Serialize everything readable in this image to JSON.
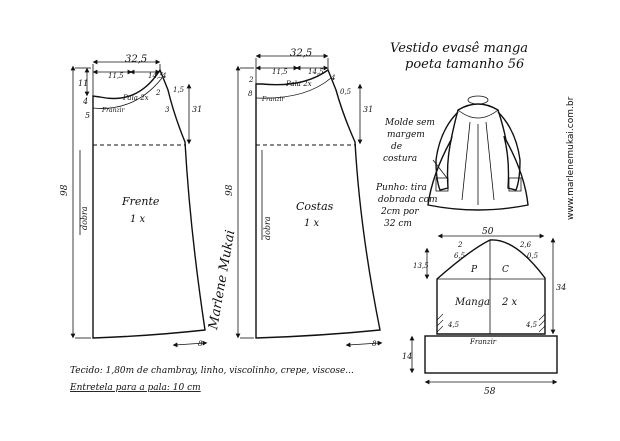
{
  "header": {
    "title_line1": "Vestido evasê manga",
    "title_line2": "poeta tamanho 56",
    "website": "www.marlenemukai.com.br"
  },
  "front_piece": {
    "name": "Frente",
    "count": "1 x",
    "top_width": "32,5",
    "shoulder_a": "11,5",
    "shoulder_b": "14,5",
    "neck_drop": "11",
    "v_4": "4",
    "v_2": "2",
    "v_1_5": "1,5",
    "v_5": "5",
    "v_3": "3",
    "armhole_depth": "31",
    "yoke_label": "Pala 2x",
    "gather": "Franzir",
    "length": "98",
    "fold": "dobra",
    "hem_allow": "8"
  },
  "back_piece": {
    "name": "Costas",
    "count": "1 x",
    "top_width": "32,5",
    "shoulder_a": "11,5",
    "shoulder_b": "14,5",
    "v_2": "2",
    "v_4": "4",
    "v_8": "8",
    "v_0_5": "0,5",
    "armhole_depth": "31",
    "yoke_label": "Pala 2x",
    "gather": "Franzir",
    "length": "98",
    "fold": "dobra",
    "hem_allow": "8"
  },
  "sleeve": {
    "name": "Manga",
    "count": "2 x",
    "top_width": "50",
    "cap_2": "2",
    "cap_2_6": "2,6",
    "cap_0_5": "0,5",
    "cap_6_5": "6,5",
    "cap_height": "13,5",
    "front_mark": "P",
    "back_mark": "C",
    "side_4_5_left": "4,5",
    "side_4_5_right": "4,5",
    "length": "34",
    "gather": "Franzir",
    "cuff_height": "14",
    "cuff_width": "58"
  },
  "notes": {
    "no_seam_1": "Molde sem",
    "no_seam_2": "margem",
    "no_seam_3": "de",
    "no_seam_4": "costura",
    "cuff_1": "Punho: tira",
    "cuff_2": "dobrada com",
    "cuff_3": "2cm por",
    "cuff_4": "32 cm",
    "fabric": "Tecido: 1,80m de chambray, linho, viscolinho, crepe, viscose...",
    "interfacing": "Entretela para a pala: 10 cm"
  },
  "signature": "Marlene Mukai"
}
